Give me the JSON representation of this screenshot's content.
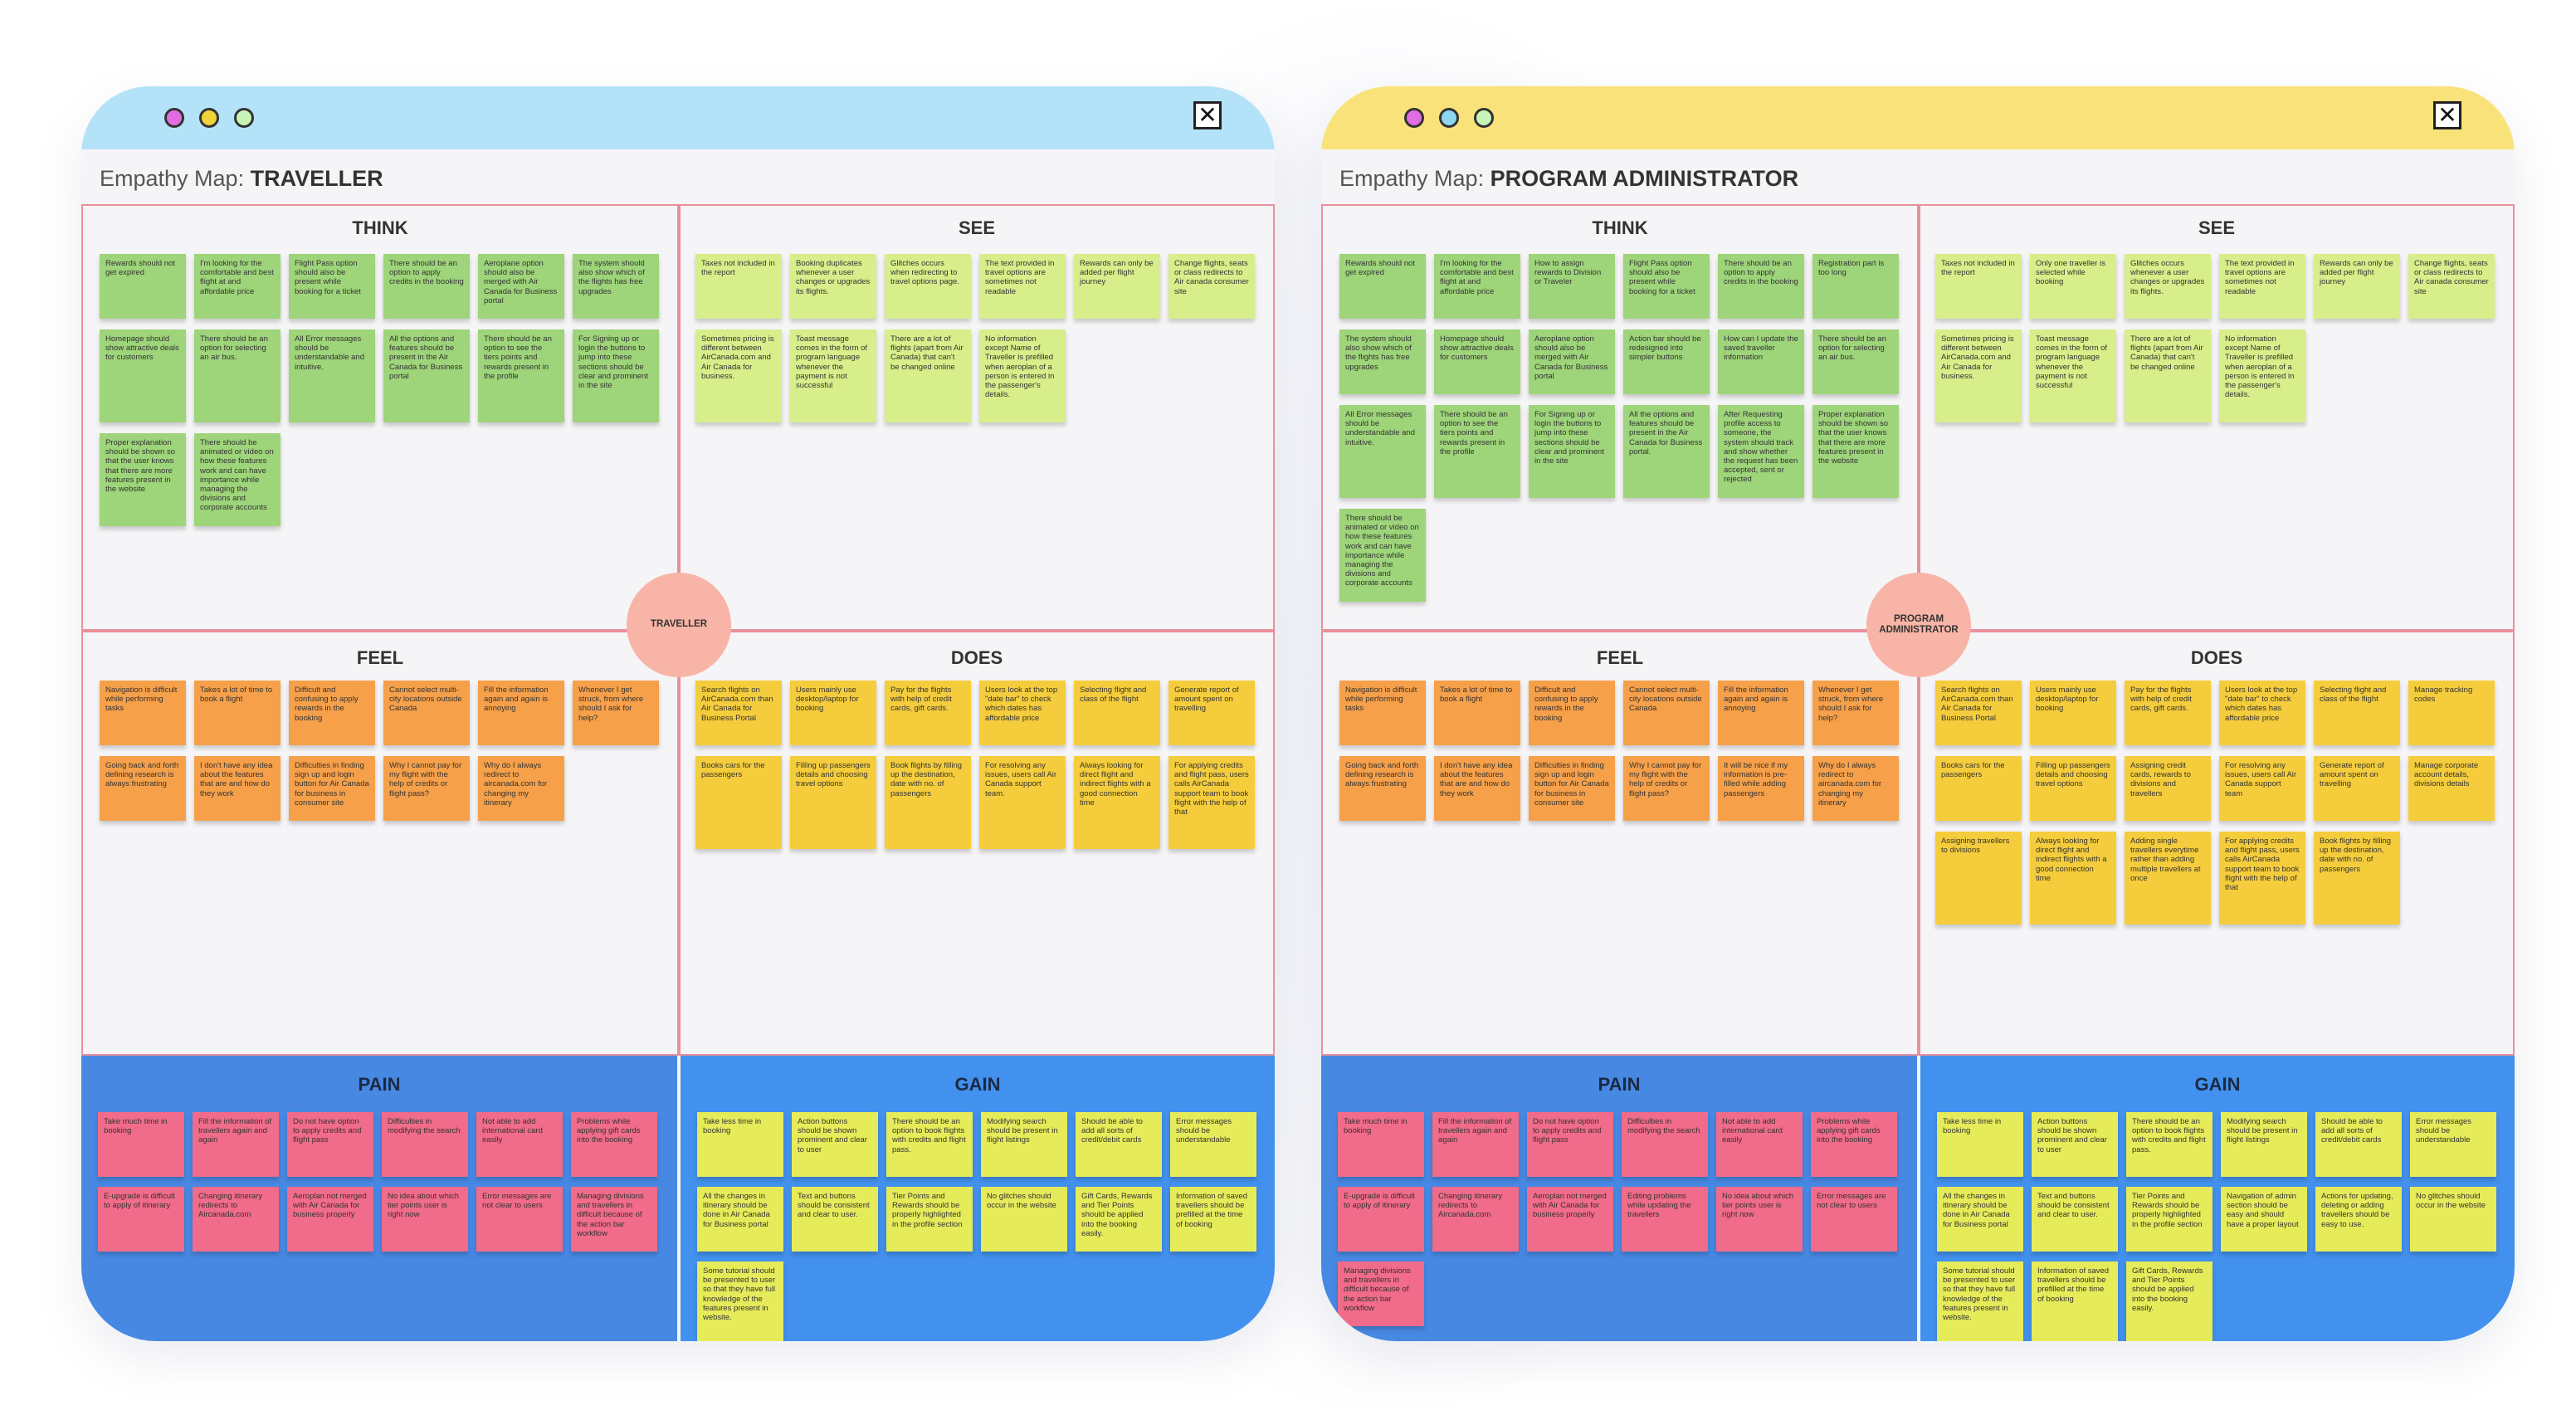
{
  "colors": {
    "dot_pink": "#e66ee6",
    "dot_yellow": "#f4d43c",
    "dot_green": "#b8f0a8",
    "think_note": "#9ed47a",
    "see_note": "#d8ee8a",
    "feel_note": "#f6a04a",
    "does_note": "#f5cd3c",
    "pain_note": "#f16b8a",
    "gain_note": "#e6eb5a"
  },
  "close_icon": "close-icon",
  "maps": [
    {
      "title_prefix": "Empathy Map: ",
      "title_name": "TRAVELLER",
      "persona": "TRAVELLER",
      "dots": [
        "#e26ce2",
        "#f0d23a",
        "#c8f3b6"
      ],
      "think": {
        "label": "THINK",
        "notes": [
          "Rewards should not get expired",
          "I'm looking for the comfortable and best flight at and affordable price",
          "Flight Pass option should also be present while booking for a ticket",
          "There should be an option to apply credits in the booking",
          "Aeroplane option should also be merged with Air Canada for Business portal",
          "The system should also show which of the flights has free upgrades",
          "Homepage should show attractive deals for customers",
          "There should be an option for selecting an air bus.",
          "All Error messages should be understandable and intuitive.",
          "All the options and features should be present in the Air Canada for Business portal",
          "There should be an option to see the tiers points and rewards present in the profile",
          "For Signing up or login the buttons to jump into these sections should be clear and prominent in the site",
          "Proper explanation should be shown so that the user knows that there are more features present in the website",
          "There should be animated or video on how these features work and can have importance while managing the divisions and corporate accounts"
        ]
      },
      "see": {
        "label": "SEE",
        "notes": [
          "Taxes not included in the report",
          "Booking duplicates whenever a user changes or upgrades its flights.",
          "Glitches occurs when redirecting to travel options page.",
          "The text provided in travel options are sometimes not readable",
          "Rewards can only be added per flight journey",
          "Change flights, seats or class redirects to Air canada consumer site",
          "Sometimes pricing is different between AirCanada.com and Air Canada for business.",
          "Toast message comes in the form of program language whenever the payment is not successful",
          "There are a lot of flights (apart from Air Canada) that can't be changed online",
          "No information except Name of Traveller is prefilled when aeroplan of a person is entered in the passenger's details."
        ]
      },
      "feel": {
        "label": "FEEL",
        "notes": [
          "Navigation is difficult while performing tasks",
          "Takes a lot of time to book a flight",
          "Difficult and confusing to apply rewards in the booking",
          "Cannot select multi-city locations outside Canada",
          "Fill the information again and again is annoying",
          "Whenever I get struck, from where should I ask for help?",
          "Going back and forth defining research is always frustrating",
          "I don't have any idea about the features that are and how do they work",
          "Difficulties in finding sign up and login button for Air Canada for business in consumer site",
          "Why I cannot pay for my flight with the help of credits or flight pass?",
          "Why do I always redirect to aircanada.com for changing my itinerary"
        ]
      },
      "does": {
        "label": "DOES",
        "notes": [
          "Search flights on AirCanada.com than Air Canada for Business Portal",
          "Users mainly use desktop/laptop for booking",
          "Pay for the flights with help of credit cards, gift cards.",
          "Users look at the top \"date bar\" to check which dates has affordable price",
          "Selecting flight and class of the flight",
          "Generate report of amount spent on travelling",
          "Books cars for the passengers",
          "Filling up passengers details and choosing travel options",
          "Book flights by filling up the destination, date with no. of passengers",
          "For resolving any issues, users call Air Canada support team.",
          "Always looking for direct flight and indirect flights with a good connection time",
          "For applying credits and flight pass, users calls AirCanada support team to book flight with the help of that"
        ]
      },
      "pain": {
        "label": "PAIN",
        "notes": [
          "Take much time in booking",
          "Fill the information of travellers again and again",
          "Do not have option to apply credits and flight pass",
          "Difficulties in modifying the search",
          "Not able to add international card easily",
          "Problems while applying gift cards into the booking",
          "E-upgrade is difficult to apply of itinerary",
          "Changing itinerary redirects to Aircanada.com",
          "Aeroplan not merged with Air Canada for business properly",
          "No idea about which tier points user is right now",
          "Error messages are not clear to users",
          "Managing divisions and travellers in difficult because of the action bar workflow"
        ]
      },
      "gain": {
        "label": "GAIN",
        "notes": [
          "Take less time in booking",
          "Action buttons should be shown prominent and clear to user",
          "There should be an option to book flights with credits and flight pass.",
          "Modifying search should be present in flight listings",
          "Should be able to add all sorts of credit/debit cards",
          "Error messages should be understandable",
          "All the changes in itinerary should be done in Air Canada for Business portal",
          "Text and buttons should be consistent and clear to user.",
          "Tier Points and Rewards should be properly highlighted in the profile section",
          "No glitches should occur in the website",
          "Gift Cards, Rewards and Tier Points should be applied into the booking easily.",
          "Information of saved travellers should be prefilled at the time of booking",
          "Some tutorial should be presented to user so that they have full knowledge of the features present in website."
        ]
      }
    },
    {
      "title_prefix": "Empathy Map: ",
      "title_name": "PROGRAM ADMINISTRATOR",
      "persona": "PROGRAM ADMINISTRATOR",
      "dots": [
        "#e26ce2",
        "#8fd6f0",
        "#c8f3b6"
      ],
      "think": {
        "label": "THINK",
        "notes": [
          "Rewards should not get expired",
          "I'm looking for the comfortable and best flight at and affordable price",
          "How to assign rewards to Division or Traveler",
          "Flight Pass option should also be present while booking for a ticket",
          "There should be an option to apply credits in the booking",
          "Registration part is too long",
          "The system should also show which of the flights has free upgrades",
          "Homepage should show attractive deals for customers",
          "Aeroplane option should also be merged with Air Canada for Business portal",
          "Action bar should be redesigned into simpler buttons",
          "How can I update the saved traveller information",
          "There should be an option for selecting an air bus.",
          "All Error messages should be understandable and intuitive.",
          "There should be an option to see the tiers points and rewards present in the profile",
          "For Signing up or login the buttons to jump into these sections should be clear and prominent in the site",
          "All the options and features should be present in the Air Canada for Business portal.",
          "After Requesting profile access to someone, the system should track and show whether the request has been accepted, sent or rejected",
          "Proper explanation should be shown so that the user knows that there are more features present in the website",
          "There should be animated or video on how these features work and can have importance while managing the divisions and corporate accounts"
        ]
      },
      "see": {
        "label": "SEE",
        "notes": [
          "Taxes not included in the report",
          "Only one traveller is selected while booking",
          "Glitches occurs whenever a user changes or upgrades its flights.",
          "The text provided in travel options are sometimes not readable",
          "Rewards can only be added per flight journey",
          "Change flights, seats or class redirects to Air canada consumer site",
          "Sometimes pricing is different between AirCanada.com and Air Canada for business.",
          "Toast message comes in the form of program language whenever the payment is not successful",
          "There are a lot of flights (apart from Air Canada) that can't be changed online",
          "No information except Name of Traveller is prefilled when aeroplan of a person is entered in the passenger's details."
        ]
      },
      "feel": {
        "label": "FEEL",
        "notes": [
          "Navigation is difficult while performing tasks",
          "Takes a lot of time to book a flight",
          "Difficult and confusing to apply rewards in the booking",
          "Cannot select multi-city locations outside Canada",
          "Fill the information again and again is annoying",
          "Whenever I get struck, from where should I ask for help?",
          "Going back and forth defining research is always frustrating",
          "I don't have any idea about the features that are and how do they work",
          "Difficulties in finding sign up and login button for Air Canada for business in consumer site",
          "Why I cannot pay for my flight with the help of credits or flight pass?",
          "It will be nice if my information is pre-filled while adding passengers",
          "Why do I always redirect to aircanada.com for changing my itinerary"
        ]
      },
      "does": {
        "label": "DOES",
        "notes": [
          "Search flights on AirCanada.com than Air Canada for Business Portal",
          "Users mainly use desktop/laptop for booking",
          "Pay for the flights with help of credit cards, gift cards.",
          "Users look at the top \"date bar\" to check which dates has affordable price",
          "Selecting flight and class of the flight",
          "Manage tracking codes",
          "Books cars for the passengers",
          "Filling up passengers details and choosing travel options",
          "Assigning credit cards, rewards to divisions and travellers",
          "For resolving any issues, users call Air Canada support team",
          "Generate report of amount spent on travelling",
          "Manage corporate account details, divisions details",
          "Assigning travellers to divisions",
          "Always looking for direct flight and indirect flights with a good connection time",
          "Adding single travellers everytime rather than adding multiple travellers at once",
          "For applying credits and flight pass, users calls AirCanada support team to book flight with the help of that",
          "Book flights by filling up the destination, date with no. of passengers"
        ]
      },
      "pain": {
        "label": "PAIN",
        "notes": [
          "Take much time in booking",
          "Fill the information of travellers again and again",
          "Do not have option to apply credits and flight pass",
          "Difficulties in modifying the search",
          "Not able to add international card easily",
          "Problems while applying gift cards into the booking",
          "E-upgrade is difficult to apply of itinerary",
          "Changing itinerary redirects to Aircanada.com",
          "Aeroplan not merged with Air Canada for business properly",
          "Editing problems while updating the travellers",
          "No idea about which tier points user is right now",
          "Error messages are not clear to users",
          "Managing divisions and travellers in difficult because of the action bar workflow"
        ]
      },
      "gain": {
        "label": "GAIN",
        "notes": [
          "Take less time in booking",
          "Action buttons should be shown prominent and clear to user",
          "There should be an option to book flights with credits and flight pass.",
          "Modifying search should be present in flight listings",
          "Should be able to add all sorts of credit/debit cards",
          "Error messages should be understandable",
          "All the changes in itinerary should be done in Air Canada for Business portal",
          "Text and buttons should be consistent and clear to user.",
          "Tier Points and Rewards should be properly highlighted in the profile section",
          "Navigation of admin section should be easy and should have a proper layout",
          "Actions for updating, deleting or adding travellers should be easy to use.",
          "No glitches should occur in the website",
          "Some tutorial should be presented to user so that they have full knowledge of the features present in website.",
          "Information of saved travellers should be prefilled at the time of booking",
          "Gift Cards, Rewards and Tier Points should be applied into the booking easily."
        ]
      }
    }
  ]
}
